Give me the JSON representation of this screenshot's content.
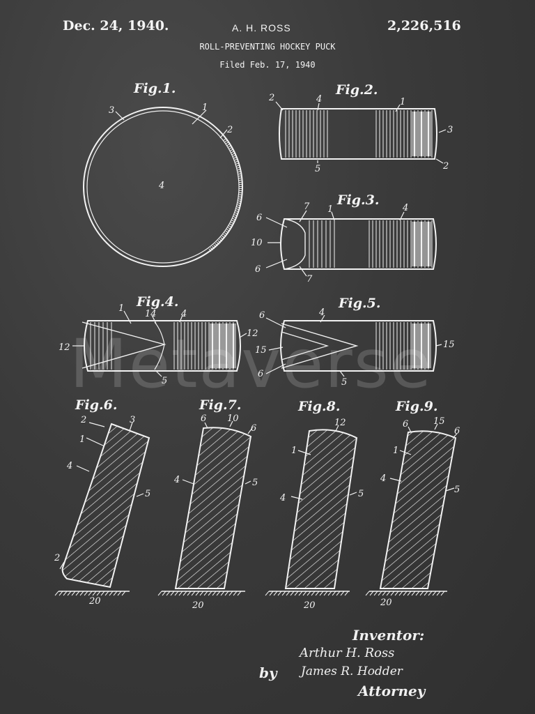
{
  "header": {
    "date": "Dec. 24, 1940.",
    "inventor": "A. H. ROSS",
    "patent_number": "2,226,516",
    "title": "ROLL-PREVENTING HOCKEY PUCK",
    "filed": "Filed Feb. 17, 1940"
  },
  "figures": {
    "fig1": "Fig.1.",
    "fig2": "Fig.2.",
    "fig3": "Fig.3.",
    "fig4": "Fig.4.",
    "fig5": "Fig.5.",
    "fig6": "Fig.6.",
    "fig7": "Fig.7.",
    "fig8": "Fig.8.",
    "fig9": "Fig.9."
  },
  "reference_numerals": {
    "n1": "1",
    "n2": "2",
    "n3": "3",
    "n4": "4",
    "n5": "5",
    "n6": "6",
    "n7": "7",
    "n10": "10",
    "n12": "12",
    "n14": "14",
    "n15": "15",
    "n20": "20"
  },
  "signature_block": {
    "inventor_label": "Inventor:",
    "inventor_signature": "Arthur H. Ross",
    "by": "by",
    "attorney_signature": "James R. Hodder",
    "attorney_label": "Attorney"
  },
  "watermark": "Metaverse",
  "colors": {
    "background": "#3b3b3b",
    "ink": "#f4f4f4"
  }
}
